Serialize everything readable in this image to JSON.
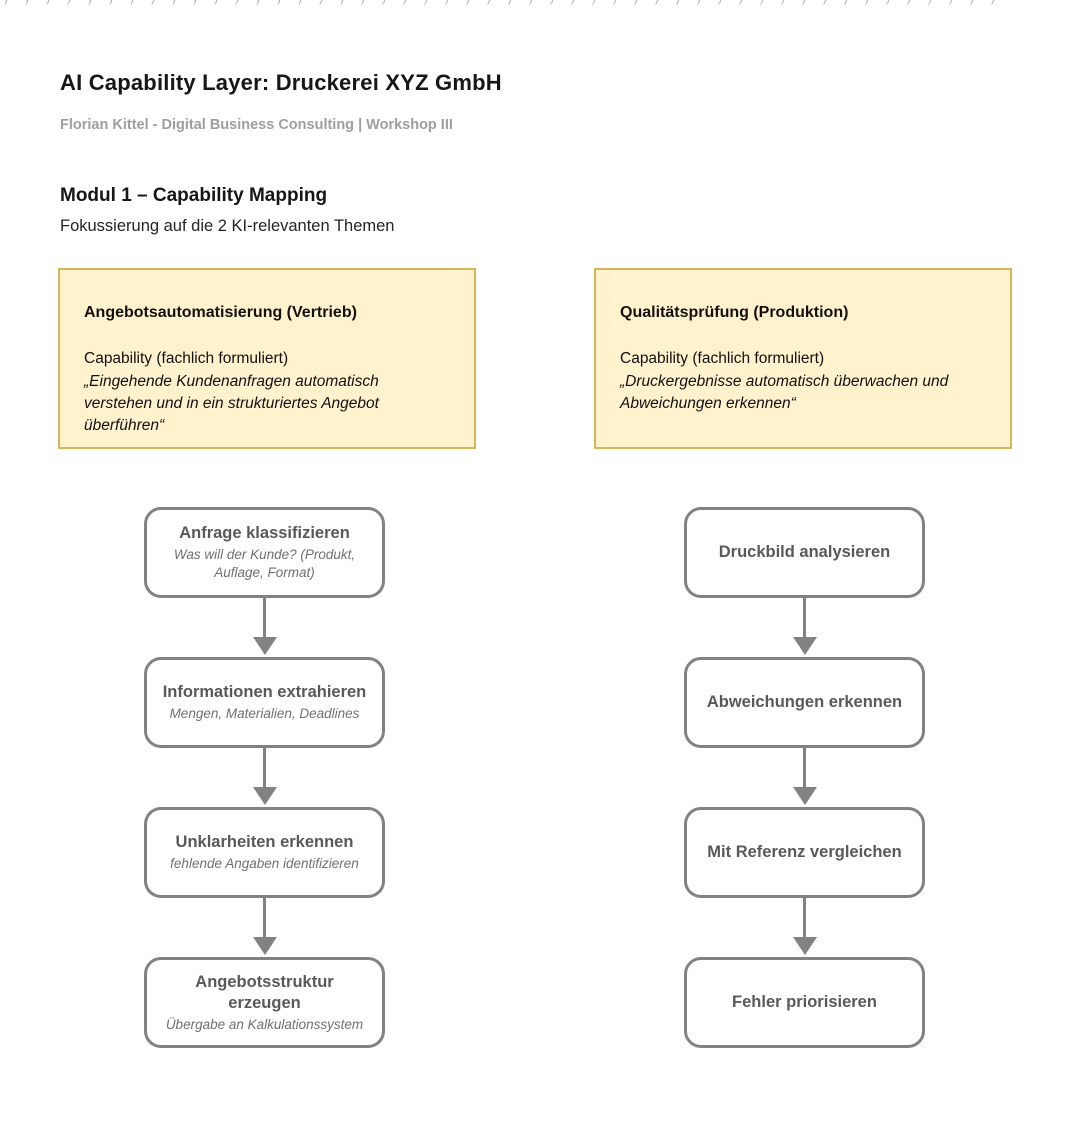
{
  "decorations": {
    "top_edge_fragments": "))))))))))))))))))))))))))))))))))))))))))))))))"
  },
  "header": {
    "title": "AI Capability Layer: Druckerei XYZ GmbH",
    "byline": "Florian Kittel - Digital Business Consulting | Workshop III"
  },
  "section": {
    "title": "Modul 1 – Capability Mapping",
    "subtitle": "Fokussierung auf die 2 KI-relevanten Themen"
  },
  "capabilities": [
    {
      "title": "Angebotsautomatisierung (Vertrieb)",
      "label": "Capability (fachlich formuliert)",
      "quote": "„Eingehende Kundenanfragen automatisch verstehen und in ein strukturiertes Angebot überführen“"
    },
    {
      "title": "Qualitätsprüfung (Produktion)",
      "label": "Capability (fachlich formuliert)",
      "quote": "„Druckergebnisse automatisch überwachen und Abweichungen erkennen“"
    }
  ],
  "flows": [
    {
      "name": "Angebotsautomatisierung",
      "steps": [
        {
          "title": "Anfrage klassifizieren",
          "subtitle": "Was will der Kunde? (Produkt, Auflage, Format)"
        },
        {
          "title": "Informationen extrahieren",
          "subtitle": "Mengen, Materialien, Deadlines"
        },
        {
          "title": "Unklarheiten erkennen",
          "subtitle": "fehlende Angaben identifizieren"
        },
        {
          "title": "Angebotsstruktur erzeugen",
          "subtitle": "Übergabe an Kalkulationssystem"
        }
      ]
    },
    {
      "name": "Qualitätsprüfung",
      "steps": [
        {
          "title": "Druckbild analysieren",
          "subtitle": ""
        },
        {
          "title": "Abweichungen erkennen",
          "subtitle": ""
        },
        {
          "title": "Mit Referenz vergleichen",
          "subtitle": ""
        },
        {
          "title": "Fehler priorisieren",
          "subtitle": ""
        }
      ]
    }
  ],
  "colors": {
    "capability_fill": "#FFF2CC",
    "capability_border": "#D6B656",
    "step_border": "#828282",
    "step_text": "#595959",
    "arrow": "#828282",
    "byline_gray": "#9e9e9e",
    "background": "#ffffff"
  }
}
